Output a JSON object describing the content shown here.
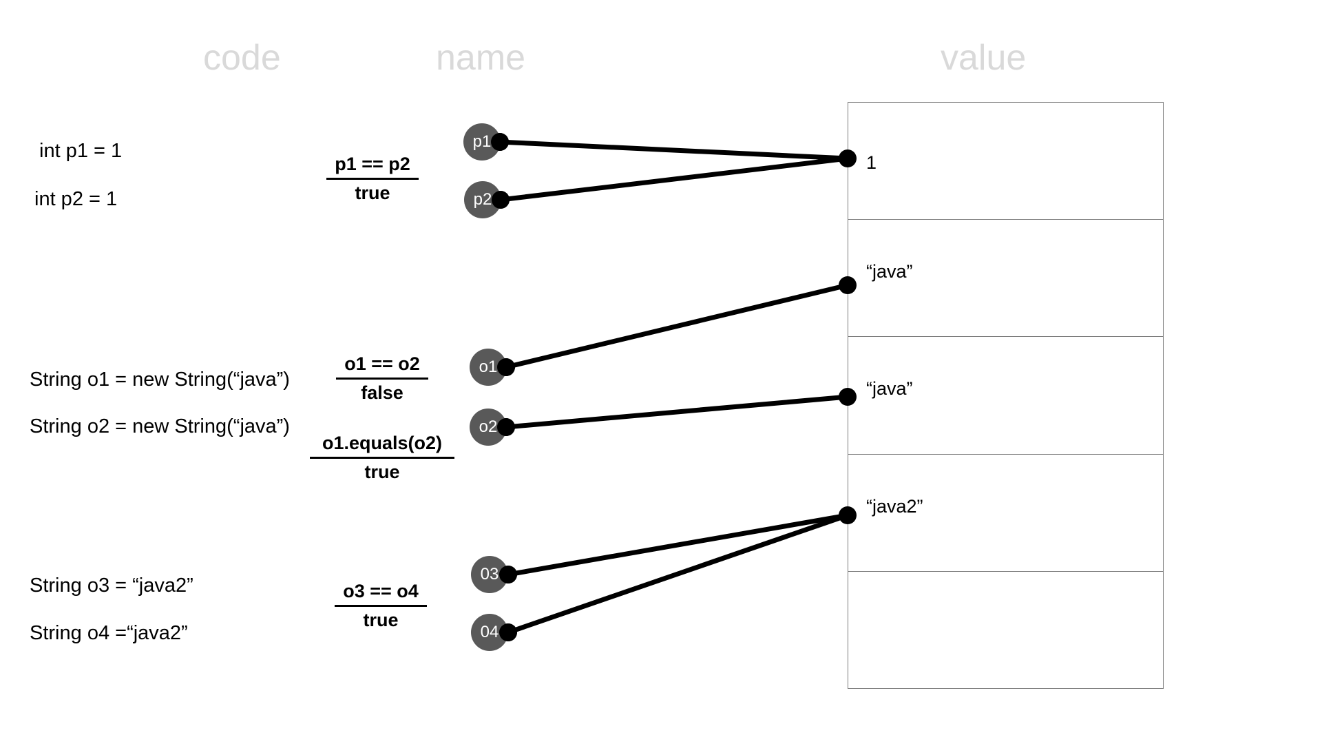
{
  "headers": {
    "code": "code",
    "name": "name",
    "value": "value"
  },
  "colors": {
    "header_text": "#d9d9d9",
    "node_fill": "#595959",
    "node_text": "#ffffff",
    "edge": "#000000",
    "table_border": "#7a7a7a",
    "body_text": "#000000",
    "background": "#ffffff"
  },
  "code_lines": [
    {
      "text": "int p1 = 1"
    },
    {
      "text": "int p2 = 1"
    },
    {
      "text": "String o1 = new String(“java”)"
    },
    {
      "text": "String o2 = new String(“java”)"
    },
    {
      "text": "String o3 = “java2”"
    },
    {
      "text": "String o4 =“java2”"
    }
  ],
  "expressions": [
    {
      "expr": "p1 == p2",
      "result": "true"
    },
    {
      "expr": "o1 == o2",
      "result": "false"
    },
    {
      "expr": "o1.equals(o2)",
      "result": "true"
    },
    {
      "expr": "o3 == o4",
      "result": "true"
    }
  ],
  "name_nodes": [
    {
      "label": "p1"
    },
    {
      "label": "p2"
    },
    {
      "label": "o1"
    },
    {
      "label": "o2"
    },
    {
      "label": "03"
    },
    {
      "label": "04"
    }
  ],
  "value_rows": [
    {
      "label": "1"
    },
    {
      "label": "“java”"
    },
    {
      "label": "“java”"
    },
    {
      "label": "“java2”"
    },
    {
      "label": ""
    }
  ],
  "edges": [
    {
      "from": "p1",
      "to": "value-1"
    },
    {
      "from": "p2",
      "to": "value-1"
    },
    {
      "from": "o1",
      "to": "value-java-a"
    },
    {
      "from": "o2",
      "to": "value-java-b"
    },
    {
      "from": "03",
      "to": "value-java2"
    },
    {
      "from": "04",
      "to": "value-java2"
    }
  ]
}
